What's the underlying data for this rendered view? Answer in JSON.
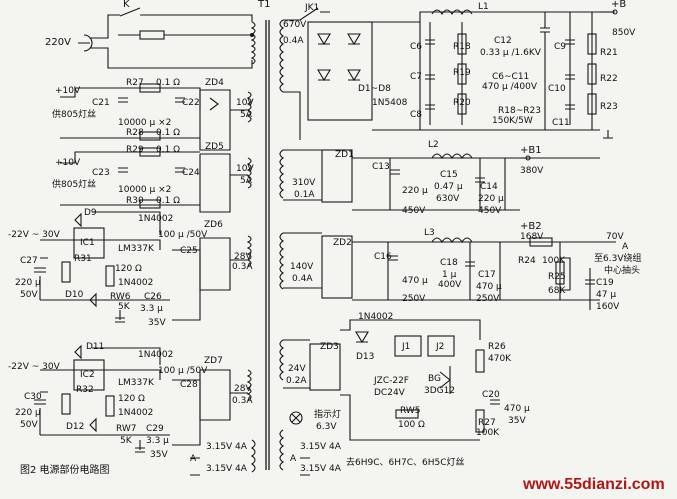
{
  "caption": "图2 电源部份电路图",
  "watermark": "www.55dianzi.com",
  "mains": {
    "voltage": "220V",
    "switch": "K",
    "transformer": "T1"
  },
  "hv_section": {
    "winding": "670V",
    "winding_current": "0.4A",
    "relay_contact": "JK1",
    "bridge": "D1~D8",
    "diode_type": "1N5408",
    "inductor": "L1",
    "output": "+B",
    "output_voltage": "850V",
    "caps_left": [
      "C6",
      "C7",
      "C8"
    ],
    "caps_right": [
      "C9",
      "C10",
      "C11"
    ],
    "resistors_left": [
      "R18",
      "R19",
      "R20"
    ],
    "resistors_right": [
      "R21",
      "R22",
      "R23"
    ],
    "c12": "C12",
    "c12_value": "0.33 μ /1.6KV",
    "c6c11": "C6~C11",
    "c6c11_value": "470 μ /400V",
    "r18r23": "R18~R23",
    "r18r23_value": "150K/5W"
  },
  "fil1": {
    "input": "+10V",
    "feed": "供805灯丝",
    "r_top": "R27",
    "r_top_val": "0.1 Ω",
    "r_bot": "R28",
    "r_bot_val": "0.1 Ω",
    "c_left": "C21",
    "c_right": "C22",
    "cap_val": "10000 μ ×2",
    "bridge": "ZD4",
    "winding": "10V",
    "winding_current": "5A"
  },
  "fil2": {
    "input": "+10V",
    "feed": "供805灯丝",
    "r_top": "R29",
    "r_top_val": "0.1 Ω",
    "r_bot": "R30",
    "r_bot_val": "0.1 Ω",
    "c_left": "C23",
    "c_right": "C24",
    "cap_val": "10000 μ ×2",
    "bridge": "ZD5",
    "winding": "10V",
    "winding_current": "5A"
  },
  "b1": {
    "winding": "310V",
    "winding_current": "0.1A",
    "bridge": "ZD1",
    "c13": "C13",
    "c13_val": "220 μ",
    "c13_v": "450V",
    "l": "L2",
    "c15": "C15",
    "c15_val": "0.47 μ",
    "c15_v": "630V",
    "c14": "C14",
    "c14_val": "220 μ",
    "c14_v": "450V",
    "out": "+B1",
    "out_v": "380V"
  },
  "b2": {
    "winding": "140V",
    "winding_current": "0.4A",
    "bridge": "ZD2",
    "c16": "C16",
    "c16_val": "470 μ",
    "c16_v": "250V",
    "l": "L3",
    "c18": "C18",
    "c18_val": "1 μ",
    "c18_v": "400V",
    "c17": "C17",
    "c17_val": "470 μ",
    "c17_v": "250V",
    "r24": "R24",
    "r24_val": "100K",
    "out": "+B2",
    "out_v": "168V",
    "r25": "R25",
    "r25_val": "68K",
    "c19": "C19",
    "c19_val": "47 μ",
    "c19_v": "160V",
    "out_a": "70V",
    "a": "A",
    "dest": "至6.3V绕组",
    "dest2": "中心抽头"
  },
  "reg1": {
    "input": "-22V ~ 30V",
    "c27": "C27",
    "c27_val": "220 μ",
    "c27_v": "50V",
    "d9": "D9",
    "d9_type": "1N4002",
    "ic": "IC1",
    "ic_type": "LM337K",
    "r31": "R31",
    "r_val": "120 Ω",
    "d10": "D10",
    "d10_type": "1N4002",
    "rw": "RW6",
    "rw_val": "5K",
    "c26": "C26",
    "c26_val": "3.3 μ",
    "c26_v": "35V",
    "c25": "C25",
    "c25_val": "100 μ /50V",
    "bridge": "ZD6",
    "winding": "28V",
    "winding_current": "0.3A"
  },
  "reg2": {
    "input": "-22V ~ 30V",
    "c30": "C30",
    "c30_val": "220 μ",
    "c30_v": "50V",
    "d11": "D11",
    "d11_type": "1N4002",
    "ic": "IC2",
    "ic_type": "LM337K",
    "r32": "R32",
    "r_val": "120 Ω",
    "d12": "D12",
    "d12_type": "1N4002",
    "rw": "RW7",
    "rw_val": "5K",
    "c29": "C29",
    "c29_val": "3.3 μ",
    "c29_v": "35V",
    "c28": "C28",
    "c28_val": "100 μ /50V",
    "bridge": "ZD7",
    "winding": "28V",
    "winding_current": "0.3A"
  },
  "relay": {
    "diode_type": "1N4002",
    "d13": "D13",
    "j1": "J1",
    "j2": "J2",
    "relay_type": "JZC-22F",
    "relay_spec": "DC24V",
    "bg": "BG",
    "bg_type": "3DG12",
    "r26": "R26",
    "r26_val": "470K",
    "c20": "C20",
    "c20_val": "470 μ",
    "c20_v": "35V",
    "rw5": "RW5",
    "rw5_val": "100 Ω",
    "r27": "R27",
    "r27_val": "100K",
    "winding": "24V",
    "winding_current": "0.2A",
    "bridge": "ZD3"
  },
  "heaters": {
    "lamp_label": "指示灯",
    "lamp_v": "6.3V",
    "w1": "3.15V 4A",
    "w2": "3.15V 4A",
    "w3": "3.15V 4A",
    "w4": "3.15V 4A",
    "a": "A",
    "dest": "去6H9C、6H7C、6H5C灯丝"
  }
}
